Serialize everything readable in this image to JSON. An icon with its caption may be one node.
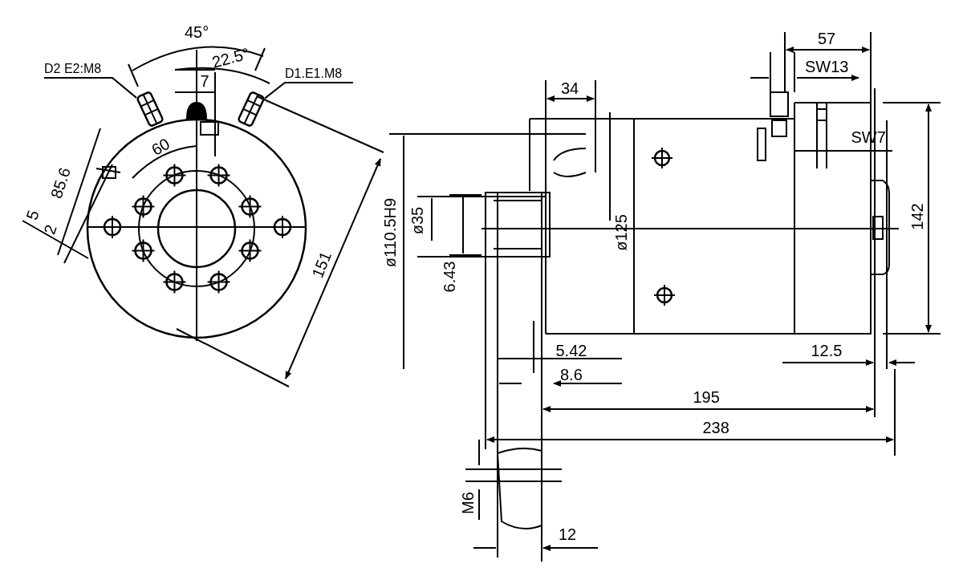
{
  "diagram": {
    "nodes": [
      {
        "text": [
          "D2 E2:M8"
        ]
      },
      {
        "text": [],
        "shape": "picture"
      },
      {
        "text": [
          "D1.E1.M8"
        ]
      },
      {
        "text": [],
        "shape": "picture"
      }
    ],
    "edges": [
      {
        "from": 0,
        "to": 1,
        "arrow": "none"
      },
      {
        "from": 2,
        "to": 3,
        "arrow": "none"
      }
    ],
    "labels": [
      "45°",
      "22.5°",
      "7",
      "60",
      "85.6",
      "5",
      "2",
      "151",
      "34",
      "57",
      "SW13",
      "SW7",
      "ø110.5H9",
      "ø35",
      "ø125",
      "142",
      "6.43",
      "5.42",
      "12.5",
      "8.6",
      "195",
      "238",
      "M6",
      "12"
    ]
  }
}
